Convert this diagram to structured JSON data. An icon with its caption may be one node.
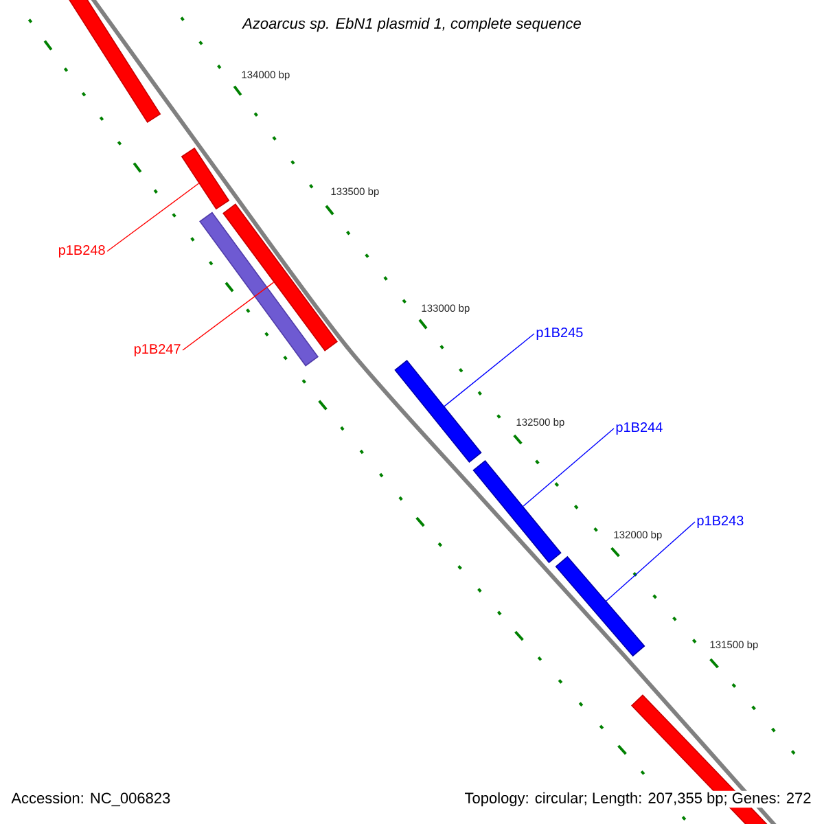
{
  "diagram": {
    "title": "Azoarcus sp. EbN1 plasmid 1, complete sequence",
    "nodes": [
      {
        "text": [],
        "shape": "bar"
      },
      {
        "text": [],
        "shape": "bar"
      },
      {
        "text": [
          "p1B248"
        ]
      },
      {
        "text": [],
        "shape": "bar"
      },
      {
        "text": [],
        "shape": "bar"
      },
      {
        "text": [
          "p1B247"
        ]
      },
      {
        "text": [],
        "shape": "bar"
      },
      {
        "text": [
          "p1B245"
        ]
      },
      {
        "text": [],
        "shape": "bar"
      },
      {
        "text": [
          "p1B244"
        ]
      },
      {
        "text": [],
        "shape": "bar"
      },
      {
        "text": [
          "p1B243"
        ]
      },
      {
        "text": [],
        "shape": "bar"
      }
    ],
    "edges": [
      {
        "from": 2,
        "to": 1,
        "arrow": "none",
        "color": "#ff0000"
      },
      {
        "from": 5,
        "to": 4,
        "arrow": "none",
        "color": "#ff0000"
      },
      {
        "from": 7,
        "to": 6,
        "arrow": "none",
        "color": "#0000ff"
      },
      {
        "from": 9,
        "to": 8,
        "arrow": "none",
        "color": "#0000ff"
      },
      {
        "from": 11,
        "to": 10,
        "arrow": "none",
        "color": "#0000ff"
      }
    ],
    "labels": [
      "134000 bp",
      "133500 bp",
      "133000 bp",
      "132500 bp",
      "132000 bp",
      "131500 bp",
      "Accession: NC_006823",
      "Topology: circular; Length: 207,355 bp; Genes: 272"
    ]
  }
}
